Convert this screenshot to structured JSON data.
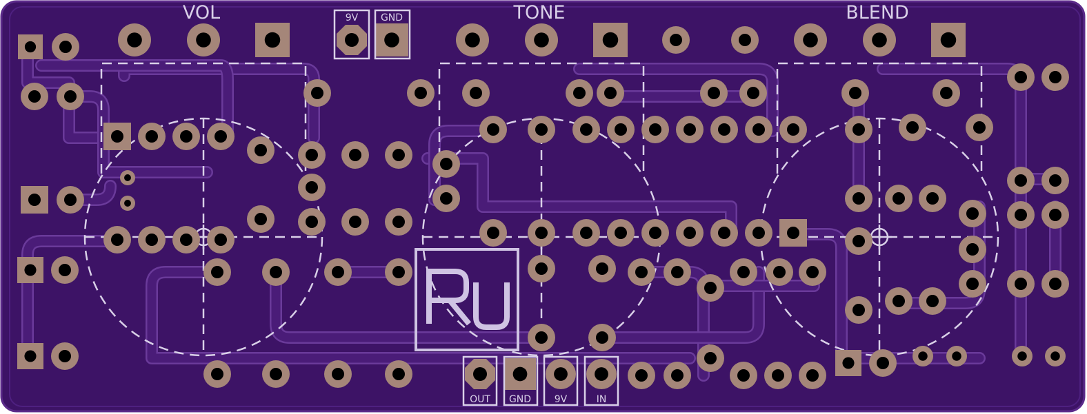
{
  "board": {
    "colors": {
      "board": "#3d1366",
      "board_edge": "#5b2a8a",
      "trace": "#4a1c78",
      "trace_edge": "#6a3a9a",
      "pad": "#a58679",
      "hole": "#000000",
      "silk": "#d9d0e8"
    }
  },
  "labels": {
    "vol": "VOL",
    "tone": "TONE",
    "blend": "BLEND"
  },
  "top_connectors": {
    "v9": "9V",
    "gnd": "GND"
  },
  "bottom_connectors": {
    "out": "OUT",
    "gnd": "GND",
    "v9": "9V",
    "in": "IN"
  },
  "logo": {
    "text": "RU",
    "name": "logo-icon"
  }
}
